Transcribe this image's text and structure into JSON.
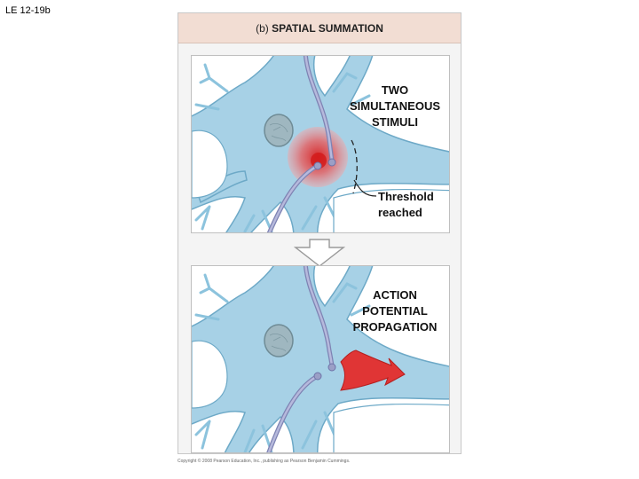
{
  "slide_label": "LE 12-19b",
  "figure": {
    "title_part": "(b)",
    "title_main": "SPATIAL SUMMATION",
    "top_panel": {
      "label_line1": "TWO",
      "label_line2": "SIMULTANEOUS",
      "label_line3": "STIMULI",
      "threshold_line1": "Threshold",
      "threshold_line2": "reached"
    },
    "bottom_panel": {
      "label_line1": "ACTION",
      "label_line2": "POTENTIAL",
      "label_line3": "PROPAGATION"
    },
    "copyright": "Copyright © 2008 Pearson Education, Inc., publishing as Pearson Benjamin Cummings."
  },
  "colors": {
    "neuron_fill": "#a7d1e6",
    "neuron_stroke": "#6da9c7",
    "axon_fiber": "#9b9fc6",
    "stimulus_glow": "#e53a3a",
    "action_arrow": "#e03535",
    "header_bg": "#f2ddd3"
  }
}
